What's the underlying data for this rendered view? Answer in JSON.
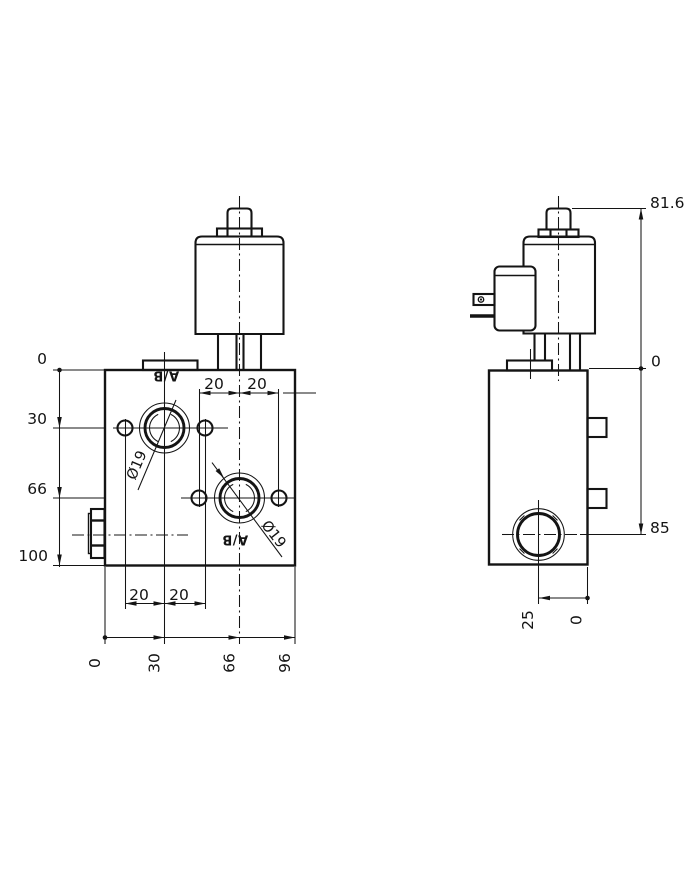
{
  "drawing": {
    "colors": {
      "line": "#141414",
      "background": "#ffffff"
    },
    "front_view": {
      "port_label_top": "A/B",
      "port_label_bottom": "A/B",
      "diameter_label_top": "Ø19",
      "diameter_label_bottom": "Ø19",
      "dims_left": [
        "0",
        "30",
        "66",
        "100"
      ],
      "dims_bottom": [
        "0",
        "30",
        "66",
        "96"
      ],
      "dims_pair_top": [
        "20",
        "20"
      ],
      "dims_pair_bottom": [
        "20",
        "20"
      ]
    },
    "side_view": {
      "dim_top_right": "81.6",
      "dim_zero_right": "0",
      "dim_port_right": "85",
      "dims_bottom": [
        "25",
        "0"
      ]
    }
  }
}
